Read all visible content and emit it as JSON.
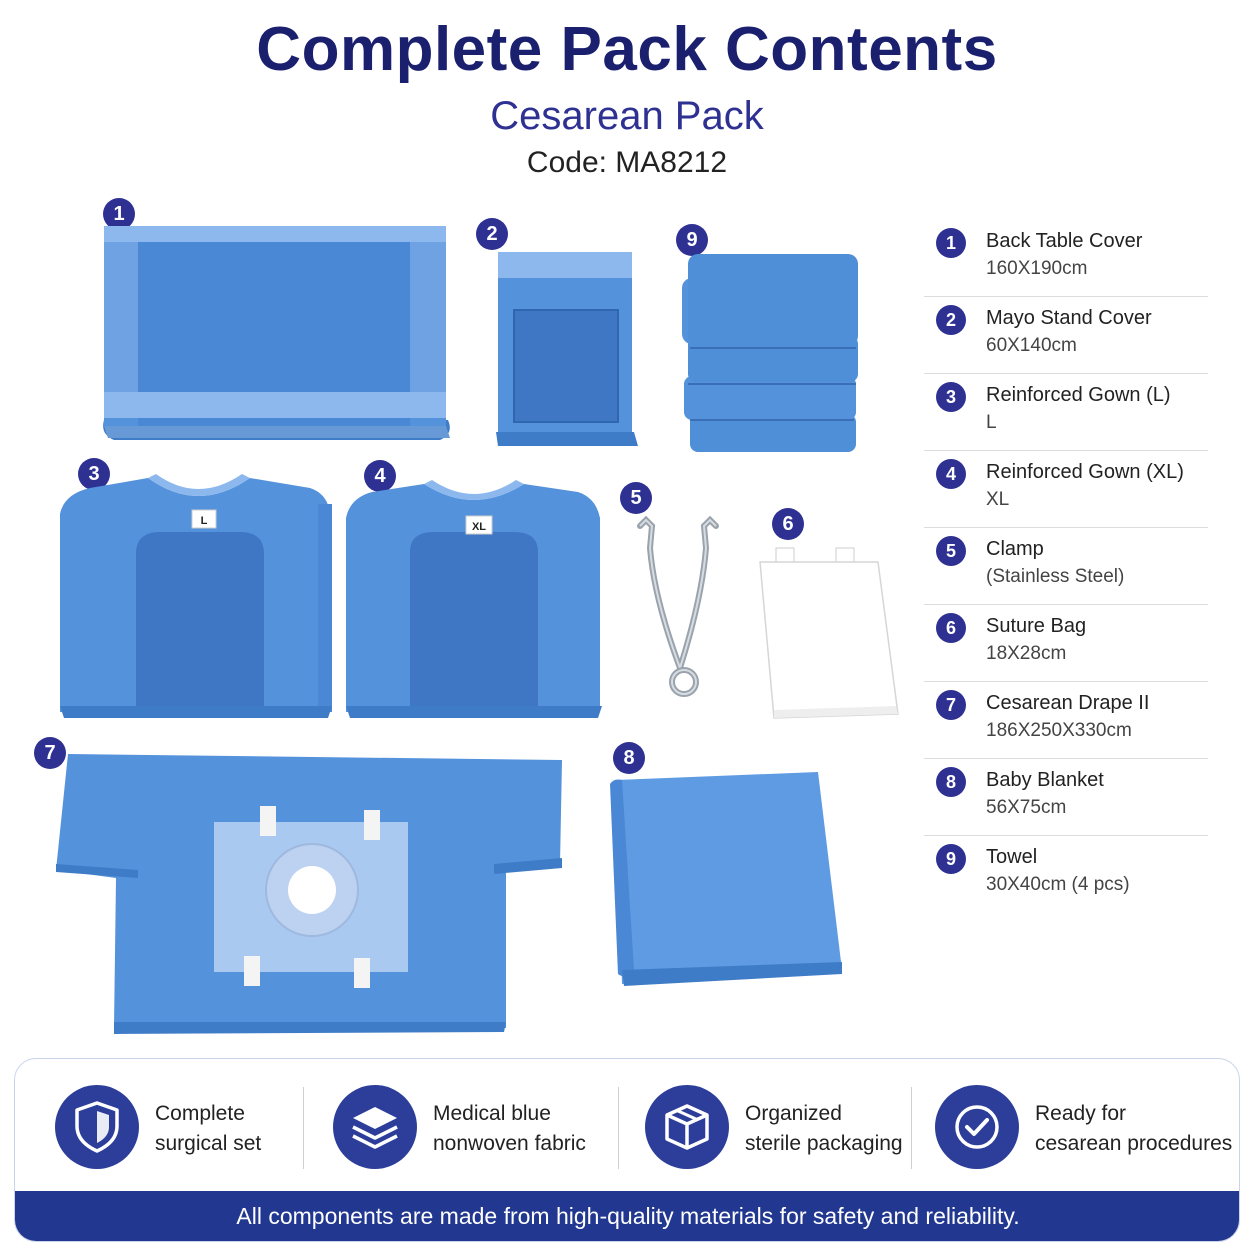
{
  "header": {
    "title": "Complete Pack Contents",
    "subtitle": "Cesarean Pack",
    "code": "Code: MA8212"
  },
  "colors": {
    "navy": "#1a1f6e",
    "brand": "#2e3192",
    "fabric_blue": "#4f8fd8",
    "fabric_light": "#8cb8ee",
    "footer": "#223790"
  },
  "items": [
    {
      "num": "1",
      "name": "Back Table Cover",
      "detail": "160X190cm"
    },
    {
      "num": "2",
      "name": "Mayo Stand Cover",
      "detail": "60X140cm"
    },
    {
      "num": "3",
      "name": "Reinforced Gown (L)",
      "detail": "L"
    },
    {
      "num": "4",
      "name": "Reinforced Gown (XL)",
      "detail": "XL"
    },
    {
      "num": "5",
      "name": "Clamp",
      "detail": "(Stainless Steel)"
    },
    {
      "num": "6",
      "name": "Suture Bag",
      "detail": "18X28cm"
    },
    {
      "num": "7",
      "name": "Cesarean Drape II",
      "detail": "186X250X330cm"
    },
    {
      "num": "8",
      "name": "Baby Blanket",
      "detail": "56X75cm"
    },
    {
      "num": "9",
      "name": "Towel",
      "detail": "30X40cm (4 pcs)"
    }
  ],
  "gown_tags": {
    "l": "L",
    "xl": "XL"
  },
  "features": [
    {
      "line1": "Complete",
      "line2": "surgical set",
      "icon": "shield-icon"
    },
    {
      "line1": "Medical blue",
      "line2": "nonwoven fabric",
      "icon": "layers-icon"
    },
    {
      "line1": "Organized",
      "line2": "sterile packaging",
      "icon": "box-icon"
    },
    {
      "line1": "Ready for",
      "line2": "cesarean procedures",
      "icon": "check-circle-icon"
    }
  ],
  "footer": "All components are made from high-quality materials for safety and reliability."
}
